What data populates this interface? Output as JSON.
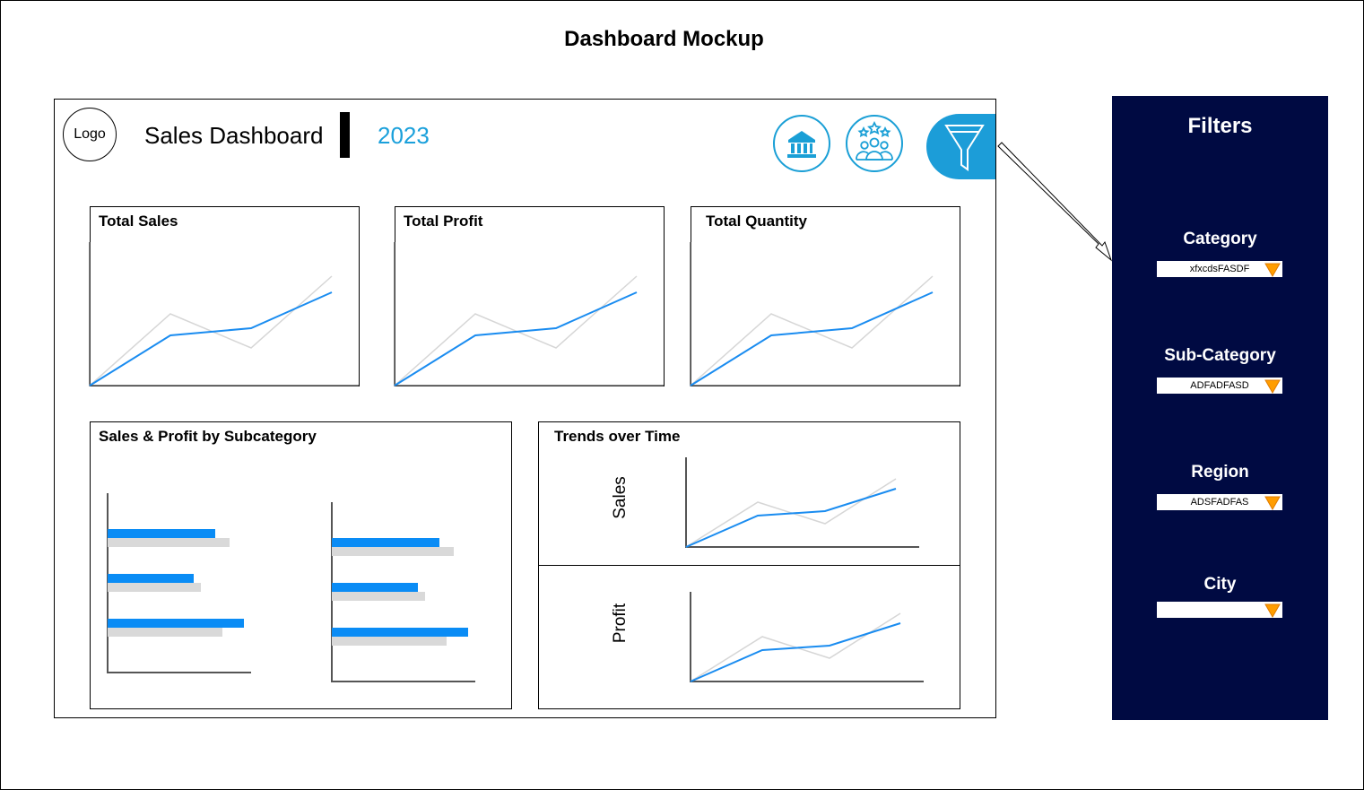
{
  "mockup_title": "Dashboard Mockup",
  "header": {
    "logo_label": "Logo",
    "title": "Sales Dashboard",
    "year": "2023"
  },
  "kpis": [
    {
      "title": "Total Sales"
    },
    {
      "title": "Total Profit"
    },
    {
      "title": "Total Quantity"
    }
  ],
  "subcategory_panel": {
    "title": "Sales & Profit by  Subcategory"
  },
  "trends_panel": {
    "title": "Trends over Time",
    "sales_label": "Sales",
    "profit_label": "Profit"
  },
  "filters": {
    "title": "Filters",
    "items": [
      {
        "label": "Category",
        "value": "xfxcdsFASDF"
      },
      {
        "label": "Sub-Category",
        "value": "ADFADFASD"
      },
      {
        "label": "Region",
        "value": "ADSFADFAS"
      },
      {
        "label": "City",
        "value": ""
      }
    ]
  },
  "icons": [
    "bank-icon",
    "people-stars-icon",
    "funnel-icon",
    "dropdown-arrow-icon"
  ],
  "colors": {
    "accent": "#1aa0db",
    "line_primary": "#1a8cf0",
    "line_secondary": "#d6d6d6",
    "filter_bg": "#000a42",
    "dropdown_arrow": "#ff9d00"
  }
}
